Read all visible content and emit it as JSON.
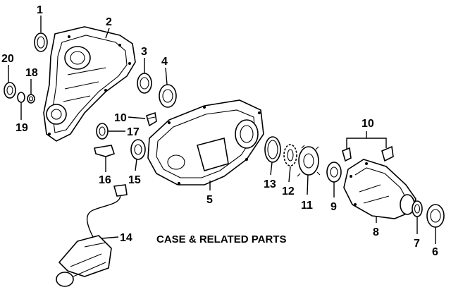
{
  "caption": "CASE & RELATED PARTS",
  "callouts": {
    "c1": "1",
    "c2": "2",
    "c3": "3",
    "c4": "4",
    "c5": "5",
    "c6": "6",
    "c7": "7",
    "c8": "8",
    "c9": "9",
    "c10": "10",
    "c10b": "10",
    "c11": "11",
    "c12": "12",
    "c13": "13",
    "c14": "14",
    "c15": "15",
    "c16": "16",
    "c17": "17",
    "c18": "18",
    "c19": "19",
    "c20": "20"
  },
  "colors": {
    "ink": "#000000",
    "paper": "#ffffff"
  }
}
